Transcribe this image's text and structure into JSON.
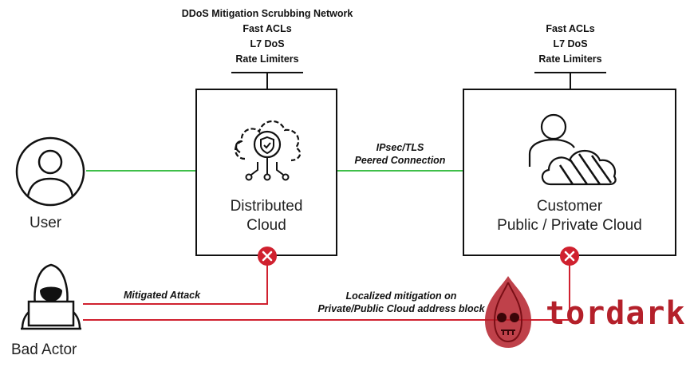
{
  "scrubbing_features": [
    "DDoS Mitigation Scrubbing Network",
    "Fast ACLs",
    "L7 DoS",
    "Rate Limiters"
  ],
  "customer_features": [
    "Fast ACLs",
    "L7 DoS",
    "Rate Limiters"
  ],
  "distributed_cloud": {
    "line1": "Distributed",
    "line2": "Cloud"
  },
  "customer_cloud": {
    "line1": "Customer",
    "line2": "Public / Private Cloud"
  },
  "connection": {
    "line1": "IPsec/TLS",
    "line2": "Peered Connection"
  },
  "actors": {
    "user": "User",
    "bad_actor": "Bad Actor"
  },
  "mitigated_attack": "Mitigated Attack",
  "localized": {
    "line1": "Localized mitigation on",
    "line2": "Private/Public Cloud address block"
  },
  "watermark": "tordark",
  "colors": {
    "green": "#3fbf4a",
    "red": "#d0212f",
    "black": "#111111"
  },
  "icons": [
    "user-icon",
    "bad-actor-icon",
    "cloud-shield-icon",
    "customer-cloud-icon",
    "x-mark-icon"
  ]
}
